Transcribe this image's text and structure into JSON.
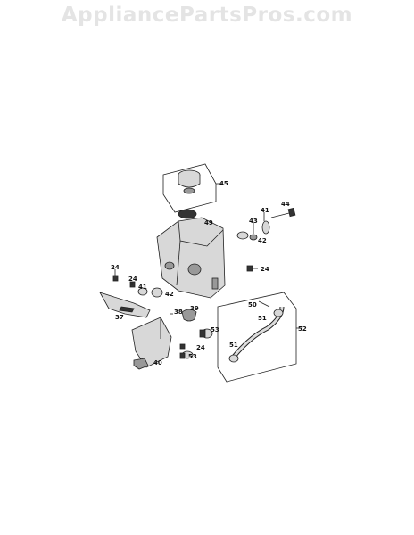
{
  "watermark": "AppliancePartsPros.com",
  "callouts": {
    "fuel_cap": "45",
    "fuel_tank": "49",
    "bolt_top": "44",
    "washer_top": "41",
    "spacer_top": "43",
    "grommet_top": "42",
    "screw_right": "24",
    "screw_left_outer": "24",
    "screw_left_inner": "24",
    "washer_left": "41",
    "grommet_left": "42",
    "bracket_left": "37",
    "bracket_mid": "38",
    "clip_mid": "39",
    "clamp_mid": "53",
    "screw_low": "24",
    "clamp_low": "53",
    "clip_low": "40",
    "clip_hose": "50",
    "clamp_hose_top": "51",
    "clamp_hose_low": "51",
    "fuel_line": "52"
  },
  "colors": {
    "ink": "#222222",
    "watermark": "#e4e4e4",
    "background": "#ffffff"
  }
}
